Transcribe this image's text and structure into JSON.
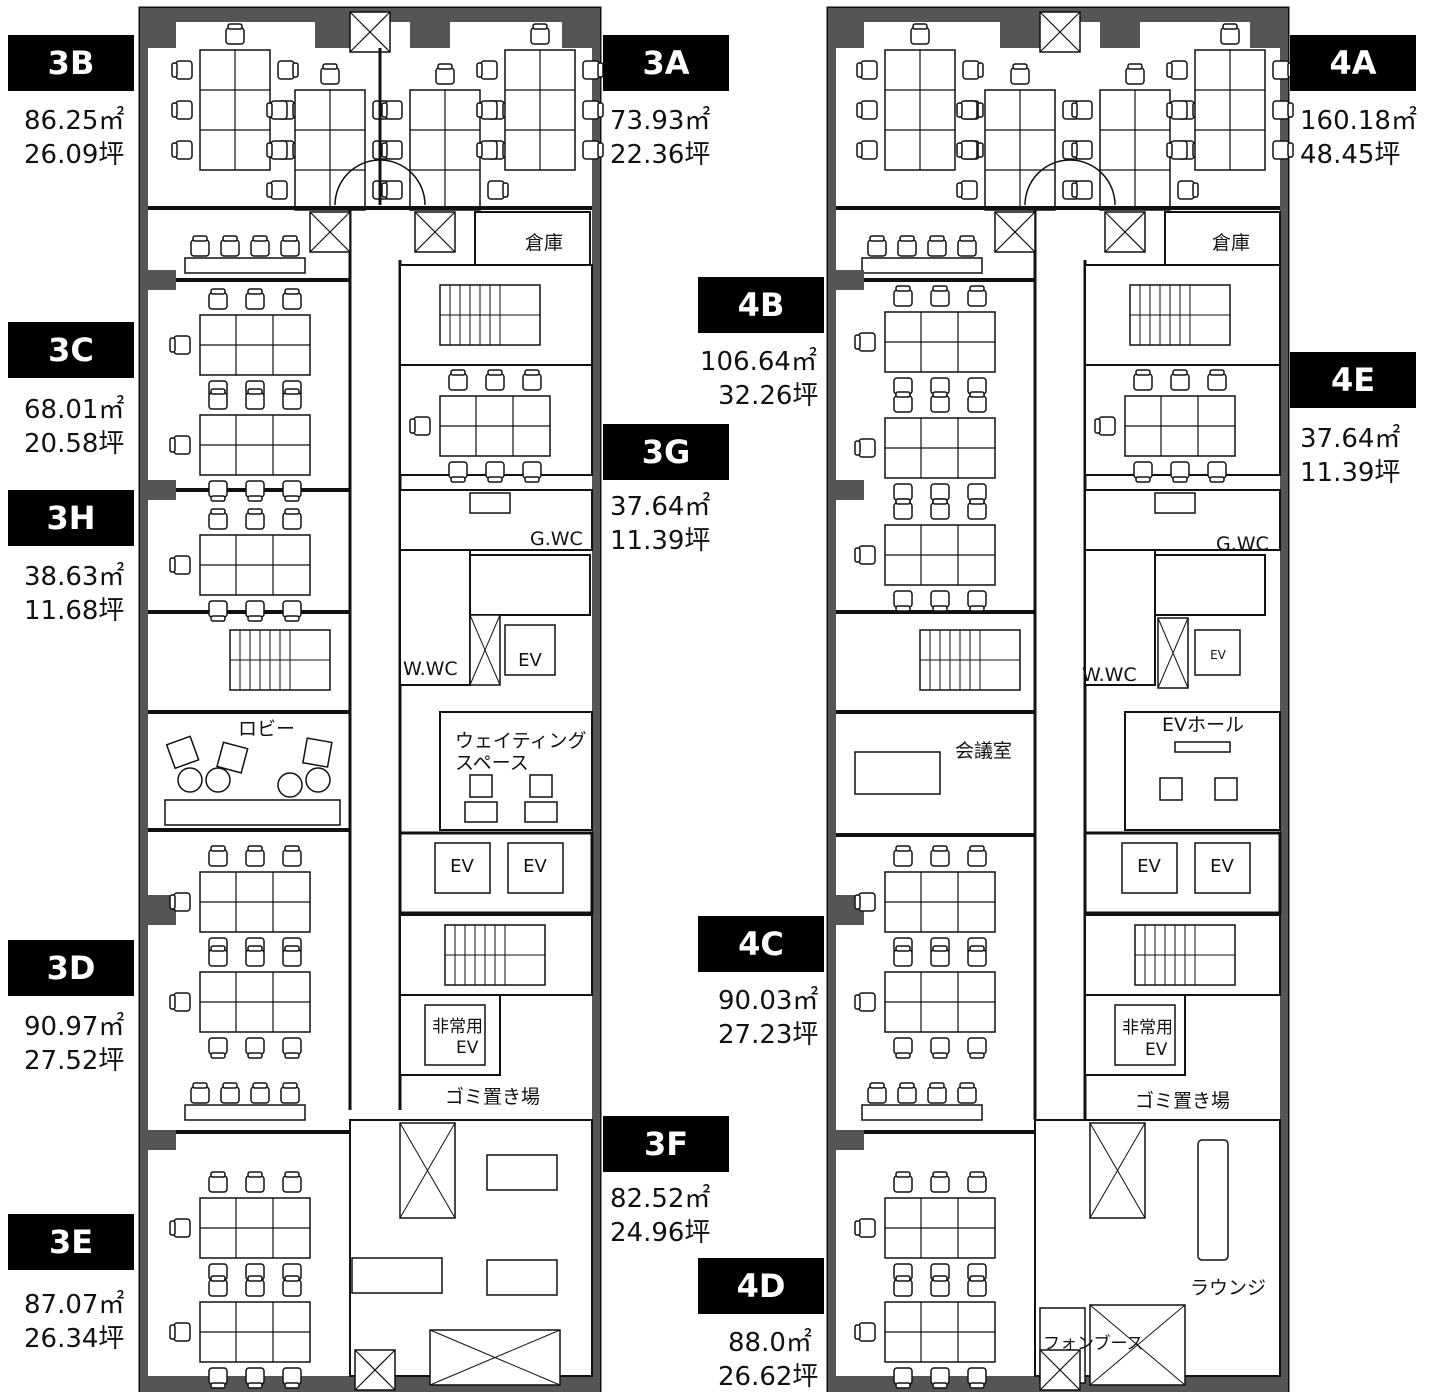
{
  "units": [
    {
      "id": "3B",
      "area_m2": "86.25㎡",
      "area_tsubo": "26.09坪"
    },
    {
      "id": "3A",
      "area_m2": "73.93㎡",
      "area_tsubo": "22.36坪"
    },
    {
      "id": "3C",
      "area_m2": "68.01㎡",
      "area_tsubo": "20.58坪"
    },
    {
      "id": "3G",
      "area_m2": "37.64㎡",
      "area_tsubo": "11.39坪"
    },
    {
      "id": "3H",
      "area_m2": "38.63㎡",
      "area_tsubo": "11.68坪"
    },
    {
      "id": "3D",
      "area_m2": "90.97㎡",
      "area_tsubo": "27.52坪"
    },
    {
      "id": "3F",
      "area_m2": "82.52㎡",
      "area_tsubo": "24.96坪"
    },
    {
      "id": "3E",
      "area_m2": "87.07㎡",
      "area_tsubo": "26.34坪"
    },
    {
      "id": "4A",
      "area_m2": "160.18㎡",
      "area_tsubo": "48.45坪"
    },
    {
      "id": "4B",
      "area_m2": "106.64㎡",
      "area_tsubo": "32.26坪"
    },
    {
      "id": "4E",
      "area_m2": "37.64㎡",
      "area_tsubo": "11.39坪"
    },
    {
      "id": "4C",
      "area_m2": "90.03㎡",
      "area_tsubo": "27.23坪"
    },
    {
      "id": "4D",
      "area_m2": "88.0㎡",
      "area_tsubo": "26.62坪"
    }
  ],
  "rooms": {
    "storage": "倉庫",
    "gwc": "G.WC",
    "wwc": "W.WC",
    "ev": "EV",
    "lobby": "ロビー",
    "waiting_1": "ウェイティング",
    "waiting_2": "スペース",
    "emergency_ev_1": "非常用",
    "emergency_ev_2": "EV",
    "garbage": "ゴミ置き場",
    "meeting": "会議室",
    "ev_hall": "EVホール",
    "lounge": "ラウンジ",
    "phone_booth": "フォンブース"
  }
}
